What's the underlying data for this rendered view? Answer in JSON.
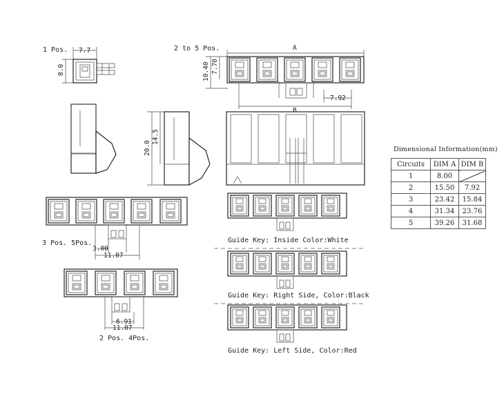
{
  "views": {
    "one_pos": "1 Pos.",
    "two_to_five": "2 to 5 Pos.",
    "three_five": "3 Pos. 5Pos.",
    "two_four": "2 Pos. 4Pos."
  },
  "dimensions": {
    "d_7_7": "7.7",
    "d_8_0": "8.0",
    "d_a": "A",
    "d_b": "B",
    "d_10_40": "10.40",
    "d_7_70": "7.70",
    "d_7_92": "7.92",
    "d_20_0": "20.0",
    "d_14_5": "14.5",
    "d_3_00": "3.00",
    "d_11_07_a": "11.07",
    "d_6_91": "6.91",
    "d_11_07_b": "11.07"
  },
  "guide_keys": {
    "inside": "Guide Key: Inside Color:White",
    "right": "Guide Key: Right Side, Color:Black",
    "left": "Guide Key: Left Side, Color:Red"
  },
  "table": {
    "title": "Dimensional Information(mm)",
    "headers": [
      "Circuits",
      "DIM A",
      "DIM B"
    ],
    "rows": [
      [
        "1",
        "8.00",
        ""
      ],
      [
        "2",
        "15.50",
        "7.92"
      ],
      [
        "3",
        "23.42",
        "15.84"
      ],
      [
        "4",
        "31.34",
        "23.76"
      ],
      [
        "5",
        "39.26",
        "31.68"
      ]
    ]
  }
}
